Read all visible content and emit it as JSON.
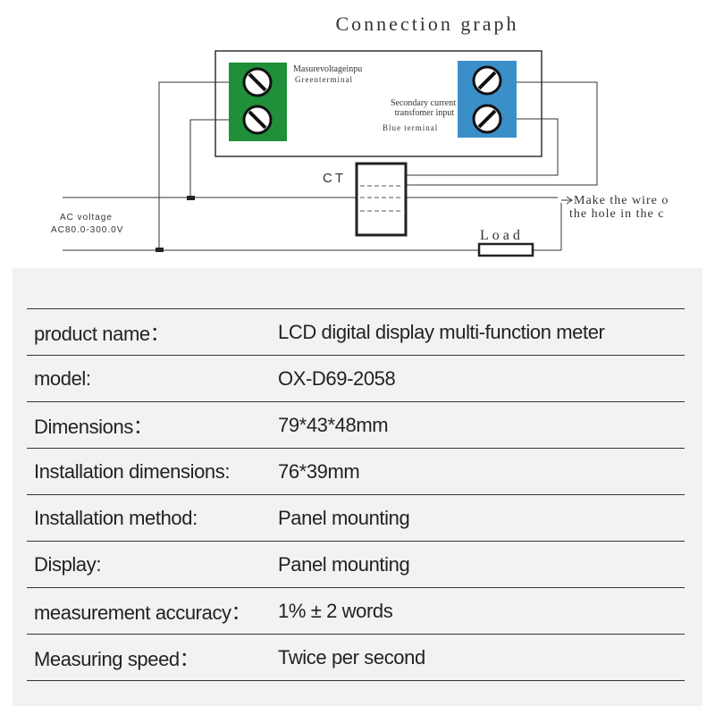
{
  "diagram": {
    "title": "Connection graph",
    "voltage_input_label": "Masurevoltageinpu",
    "green_terminal_label": "Greenterminal",
    "ct_input_label_line1": "Secondary current",
    "ct_input_label_line2": "transfomer input",
    "blue_terminal_label": "Blue terminal",
    "ct_label": "CT",
    "wire_note_line1": "Make the wire o",
    "wire_note_line2": "the hole in the c",
    "ac_voltage_label": "AC voltage",
    "ac_range_label": "AC80.0-300.0V",
    "load_label": "Load",
    "colors": {
      "green_terminal": "#1f8f3a",
      "blue_terminal": "#3a8fc9",
      "lines": "#333333"
    }
  },
  "specs": [
    {
      "key": "product name：",
      "value": "LCD digital display multi-function meter"
    },
    {
      "key": "model:",
      "value": "OX-D69-2058"
    },
    {
      "key": "Dimensions：",
      "value": "79*43*48mm"
    },
    {
      "key": "Installation dimensions:",
      "value": "76*39mm"
    },
    {
      "key": "Installation method:",
      "value": "Panel mounting"
    },
    {
      "key": "Display:",
      "value": "Panel mounting"
    },
    {
      "key": "measurement accuracy：",
      "value": "1% ± 2 words"
    },
    {
      "key": "Measuring speed：",
      "value": "Twice per second"
    }
  ]
}
